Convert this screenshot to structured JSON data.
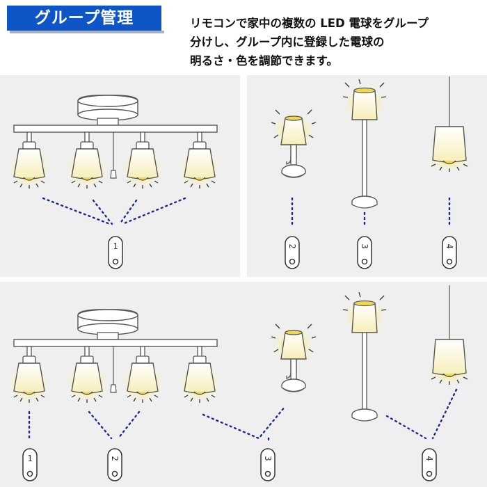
{
  "header": {
    "title": "グループ管理",
    "description_lines": [
      "リモコンで家中の複数の LED 電球をグループ",
      "分けし、グループ内に登録した電球の",
      "明るさ・色を調節できます。"
    ]
  },
  "colors": {
    "brand_blue": "#0e56c8",
    "panel_gray": "#efefef",
    "dotted_line": "#1b2a8c",
    "bulb_glow": "#f5e27a",
    "shade_fill": "#fbf3cc"
  },
  "top_section": {
    "remotes": [
      {
        "label": "1"
      },
      {
        "label": "2"
      },
      {
        "label": "3"
      },
      {
        "label": "4"
      }
    ]
  },
  "bottom_section": {
    "remotes": [
      {
        "label": "1"
      },
      {
        "label": "2"
      },
      {
        "label": "3"
      },
      {
        "label": "4"
      }
    ]
  }
}
